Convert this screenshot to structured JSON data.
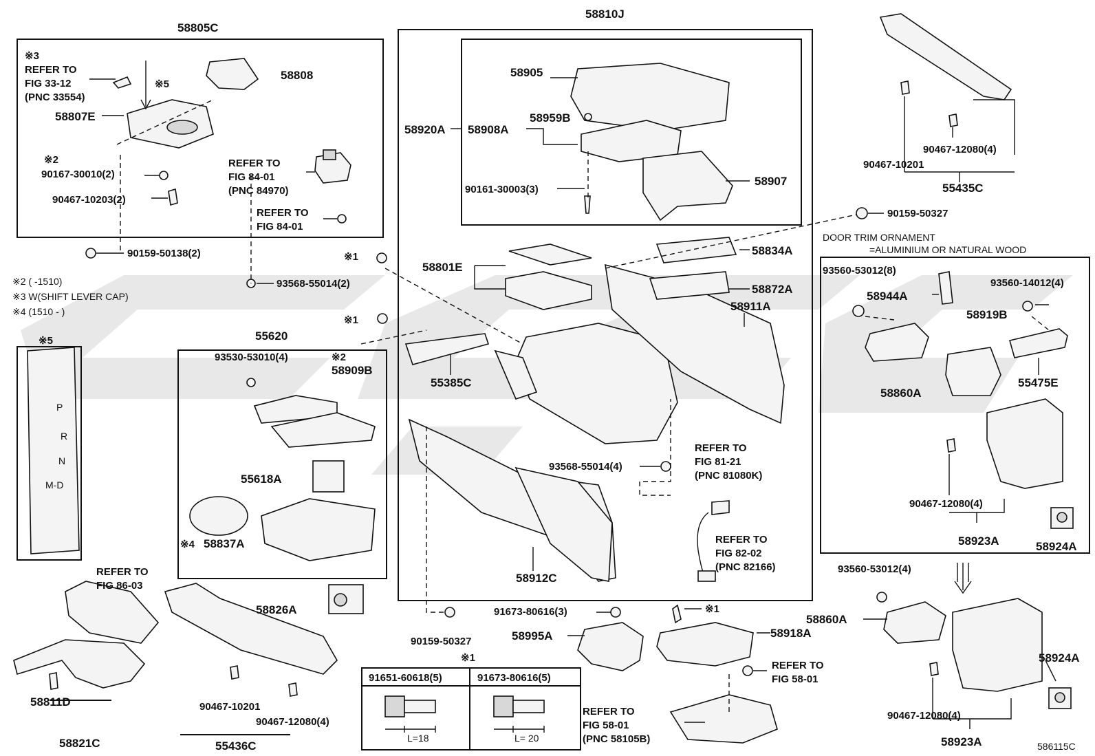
{
  "labels": {
    "l58805c": "58805C",
    "lrefer3": "※3\nREFER TO\nFIG 33-12\n(PNC 33554)",
    "lx5": "※5",
    "l58808": "58808",
    "l58807e": "58807E",
    "lx2a": "※2",
    "l90167": "90167-30010(2)",
    "l90467_10203": "90467-10203(2)",
    "lrefer84a": "REFER TO\nFIG 84-01\n(PNC 84970)",
    "lrefer84b": "REFER TO\nFIG 84-01",
    "l90159_50138": "90159-50138(2)",
    "lnote2": "※2 (      -1510)",
    "lnote3": "※3 W(SHIFT LEVER CAP)",
    "lnote4": "※4 (1510 -      )",
    "l93568a": "93568-55014(2)",
    "l55620": "55620",
    "l93530": "93530-53010(4)",
    "lx2b": "※2",
    "l58909b": "58909B",
    "l55618a": "55618A",
    "lx4": "※4",
    "l58837a": "58837A",
    "lx5b": "※5",
    "lp": "P",
    "lr": "R",
    "ln": "N",
    "ld": "M-D",
    "lrefer86": "REFER TO\nFIG 86-03",
    "l58826a": "58826A",
    "l58811d": "58811D",
    "l58821c": "58821C",
    "l90467_10201b": "90467-10201",
    "l90467_12080c": "90467-12080(4)",
    "l55436c": "55436C",
    "l58810j": "58810J",
    "l58905": "58905",
    "l58920a": "58920A",
    "l58908a": "58908A",
    "l58959b": "58959B",
    "l90161": "90161-30003(3)",
    "l58907": "58907",
    "l90159_50327a": "90159-50327",
    "l58834a": "58834A",
    "lx1a": "※1",
    "l58801e": "58801E",
    "l58872a": "58872A",
    "l58911a": "58911A",
    "lx1b": "※1",
    "l55385c": "55385C",
    "l93568b": "93568-55014(4)",
    "lrefer81": "REFER TO\nFIG 81-21\n(PNC 81080K)",
    "lrefer82": "REFER TO\nFIG 82-02\n(PNC 82166)",
    "l58912c": "58912C",
    "l90159_50327b": "90159-50327",
    "l91673a": "91673-80616(3)",
    "lx1c": "※1",
    "l58995a": "58995A",
    "l58918a": "58918A",
    "lrefer58a": "REFER TO\nFIG 58-01",
    "lrefer58b": "REFER TO\nFIG 58-01\n(PNC 58105B)",
    "lx1d": "※1",
    "lt1": "91651-60618(5)",
    "lt2": "91673-80616(5)",
    "ll18": "L=18",
    "ll20": "L= 20",
    "l55435c": "55435C",
    "l90467_12080a": "90467-12080(4)",
    "l90467_10201a": "90467-10201",
    "ldoor": "DOOR TRIM ORNAMENT",
    "ldoor2": "=ALUMINIUM OR NATURAL WOOD",
    "l93560_8": "93560-53012(8)",
    "l93560_14": "93560-14012(4)",
    "l58944a": "58944A",
    "l58919b": "58919B",
    "l55475e": "55475E",
    "l58860a1": "58860A",
    "l90467_12080b": "90467-12080(4)",
    "l58923a1": "58923A",
    "l58924a1": "58924A",
    "l93560_4": "93560-53012(4)",
    "l58860a2": "58860A",
    "l58924a2": "58924A",
    "l90467_12080d": "90467-12080(4)",
    "l58923a2": "58923A",
    "lcode": "586115C"
  }
}
